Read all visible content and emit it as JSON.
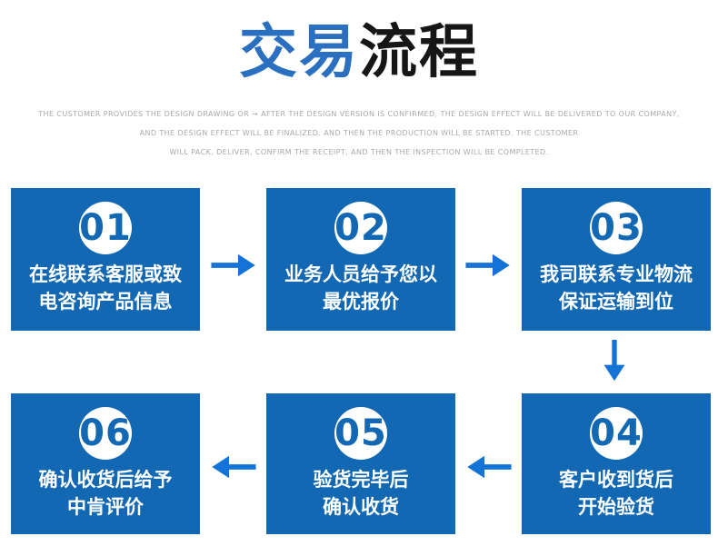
{
  "title": {
    "part_blue": "交易",
    "part_black": "流程"
  },
  "subtitle_lines": [
    "THE CUSTOMER PROVIDES THE DESIGN DRAWING OR → AFTER THE DESIGN VERSION IS CONFIRMED, THE DESIGN EFFECT WILL BE DELIVERED TO OUR COMPANY,",
    "AND THE DESIGN EFFECT WILL BE FINALIZED. AND THEN THE PRODUCTION WILL BE STARTED. THE CUSTOMER",
    "WILL PACK, DELIVER, CONFIRM THE RECEIPT, AND THEN THE INSPECTION WILL BE COMPLETED."
  ],
  "steps": [
    {
      "number": "01",
      "lines": [
        "在线联系客服或致",
        "电咨询产品信息"
      ]
    },
    {
      "number": "02",
      "lines": [
        "业务人员给予您以",
        "最优报价"
      ]
    },
    {
      "number": "03",
      "lines": [
        "我司联系专业物流",
        "保证运输到位"
      ]
    },
    {
      "number": "04",
      "lines": [
        "客户收到货后",
        "开始验货"
      ]
    },
    {
      "number": "05",
      "lines": [
        "验货完毕后",
        "确认收货"
      ]
    },
    {
      "number": "06",
      "lines": [
        "确认收货后给予",
        "中肯评价"
      ]
    }
  ],
  "flow_order": [
    "01",
    "02",
    "03",
    "04",
    "05",
    "06"
  ],
  "colors": {
    "box_blue": "#1268b3",
    "arrow_blue": "#1373d6",
    "title_blue": "#2b6fc1",
    "title_black": "#161616",
    "subtitle_gray": "#a9a9a9",
    "circle_white": "#ffffff",
    "box_text_white": "#ffffff"
  }
}
